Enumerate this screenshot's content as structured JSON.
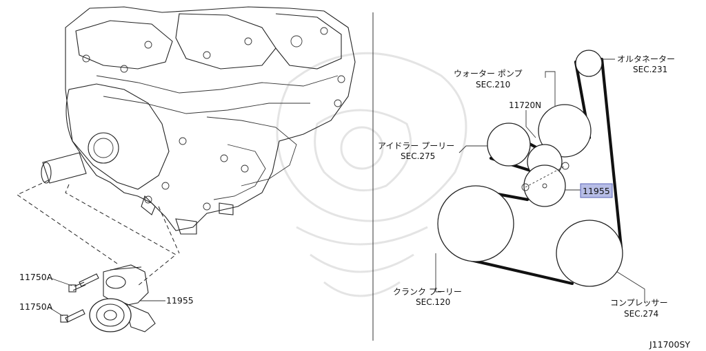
{
  "labels": {
    "alternator": "オルタネーター",
    "alternator_sec": "SEC.231",
    "water_pump": "ウォーター ポンプ",
    "water_pump_sec": "SEC.210",
    "idler_part": "11720N",
    "idler_pulley": "アイドラー プーリー",
    "idler_pulley_sec": "SEC.275",
    "tensioner_highlight": "11955",
    "crank_pulley": "クランク プーリー",
    "crank_pulley_sec": "SEC.120",
    "compressor": "コンプレッサー",
    "compressor_sec": "SEC.274",
    "bolt_upper": "11750A",
    "bolt_lower": "11750A",
    "tensioner_left": "11955",
    "diagram_code": "J11700SY"
  },
  "highlight_color": "#b7bde6"
}
